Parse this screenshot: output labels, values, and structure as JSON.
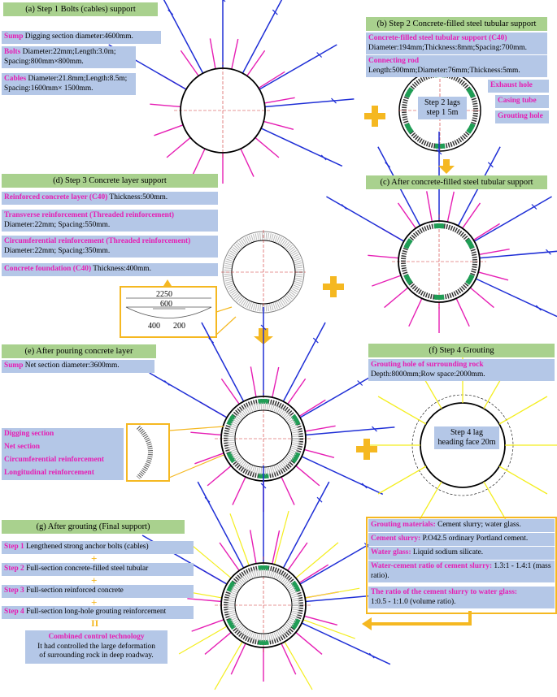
{
  "colors": {
    "header": "#a9d18e",
    "box": "#b4c7e7",
    "pink": "#e61eb4",
    "bolt": "#1f2fd6",
    "orange": "#f5b821",
    "green": "#1f9d55",
    "yellow": "#f4ee1f"
  },
  "panel_a": {
    "title": "(a) Step 1 Bolts (cables) support",
    "sump_k": "Sump",
    "sump_t": " Digging section diameter:4600mm.",
    "bolts_k": "Bolts",
    "bolts_t1": " Diameter:22mm;Length:3.0m;",
    "bolts_t2": "Spacing:800mm×800mm.",
    "cables_k": "Cables",
    "cables_t1": " Diameter:21.8mm;Length:8.5m;",
    "cables_t2": "Spacing:1600mm× 1500mm."
  },
  "panel_b": {
    "title": "(b) Step 2 Concrete-filled steel tubular support",
    "cfst_k": "Concrete-filled steel tubular support (C40)",
    "cfst_t": "Diameter:194mm;Thickness:8mm;Spacing:700mm.",
    "rod_k": "Connecting rod",
    "rod_t": "Length:500mm;Diameter:76mm;Thickness:5mm.",
    "exhaust": "Exhaust hole",
    "casing": "Casing tube",
    "grouting": "Grouting hole",
    "step_l1": "Step 2 lags",
    "step_l2": "step 1 5m"
  },
  "panel_c": {
    "title": "(c) After concrete-filled steel tubular support"
  },
  "panel_d": {
    "title": "(d) Step 3 Concrete layer support",
    "rc_k": "Reinforced concrete layer (C40)",
    "rc_t": " Thickness:500mm.",
    "tr_k": "Transverse reinforcement (Threaded reinforcement)",
    "tr_t": "Diameter:22mm; Spacing:550mm.",
    "cr_k": "Circumferential reinforcement (Threaded reinforcement)",
    "cr_t": "Diameter:22mm; Spacing:350mm.",
    "cf_k": "Concrete foundation (C40)",
    "cf_t": " Thickness:400mm.",
    "dim1": "2250",
    "dim2": "600",
    "dim3": "400",
    "dim4": "200"
  },
  "panel_e": {
    "title": "(e) After pouring concrete layer",
    "sump_k": "Sump",
    "sump_t": " Net section diameter:3600mm.",
    "l1": "Digging section",
    "l2": "Net section",
    "l3": "Circumferential reinforcement",
    "l4": "Longitudinal reinforcement"
  },
  "panel_f": {
    "title": "(f) Step 4 Grouting",
    "gh_k": "Grouting hole of surrounding rock",
    "gh_t": "Depth:8000mm;Row space:2000mm.",
    "step_l1": "Step 4 lag",
    "step_l2": "heading face 20m",
    "gm_k": "Grouting materials:",
    "gm_t": " Cement slurry; water glass.",
    "cs_k": "Cement slurry:",
    "cs_t": " P.O42.5 ordinary Portland cement.",
    "wg_k": "Water glass:",
    "wg_t": " Liquid sodium silicate.",
    "wc_k": "Water-cement ratio of cement slurry:",
    "wc_t": " 1.3:1 - 1.4:1 (mass ratio).",
    "rt_k": "The ratio of the cement slurry to water glass:",
    "rt_t": "1:0.5 - 1:1.0 (volume ratio)."
  },
  "panel_g": {
    "title": "(g) After grouting (Final support)",
    "s1_k": "Step 1",
    "s1_t": " Lengthened strong anchor bolts (cables)",
    "s2_k": "Step 2",
    "s2_t": " Full-section concrete-filled steel tubular",
    "s3_k": "Step 3",
    "s3_t": " Full-section reinforced concrete",
    "s4_k": "Step 4",
    "s4_t": " Full-section long-hole grouting reinforcement",
    "eq": "II",
    "ct_k": "Combined control technology",
    "ct_t1": "It had controlled the large deformation",
    "ct_t2": "of surrounding rock in deep roadway."
  }
}
